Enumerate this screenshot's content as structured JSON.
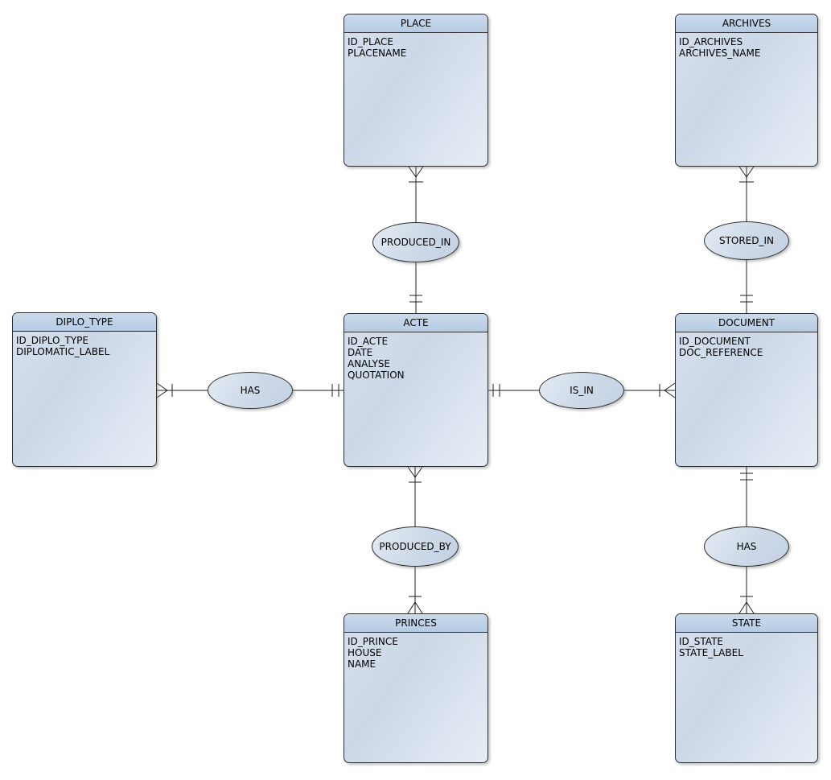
{
  "diagram": {
    "entities": {
      "place": {
        "title": "PLACE",
        "attributes": [
          "ID_PLACE",
          "PLACENAME"
        ]
      },
      "archives": {
        "title": "ARCHIVES",
        "attributes": [
          "ID_ARCHIVES",
          "ARCHIVES_NAME"
        ]
      },
      "diplo_type": {
        "title": "DIPLO_TYPE",
        "attributes": [
          "ID_DIPLO_TYPE",
          "DIPLOMATIC_LABEL"
        ]
      },
      "acte": {
        "title": "ACTE",
        "attributes": [
          "ID_ACTE",
          "DATE",
          "ANALYSE",
          "QUOTATION"
        ]
      },
      "document": {
        "title": "DOCUMENT",
        "attributes": [
          "ID_DOCUMENT",
          "DOC_REFERENCE"
        ]
      },
      "princes": {
        "title": "PRINCES",
        "attributes": [
          "ID_PRINCE",
          "HOUSE",
          "NAME"
        ]
      },
      "state": {
        "title": "STATE",
        "attributes": [
          "ID_STATE",
          "STATE_LABEL"
        ]
      }
    },
    "relationships": {
      "produced_in": {
        "label": "PRODUCED_IN",
        "between": [
          "PLACE",
          "ACTE"
        ]
      },
      "stored_in": {
        "label": "STORED_IN",
        "between": [
          "ARCHIVES",
          "DOCUMENT"
        ]
      },
      "has_diplo": {
        "label": "HAS",
        "between": [
          "DIPLO_TYPE",
          "ACTE"
        ]
      },
      "is_in": {
        "label": "IS_IN",
        "between": [
          "ACTE",
          "DOCUMENT"
        ]
      },
      "produced_by": {
        "label": "PRODUCED_BY",
        "between": [
          "ACTE",
          "PRINCES"
        ]
      },
      "has_state": {
        "label": "HAS",
        "between": [
          "DOCUMENT",
          "STATE"
        ]
      }
    },
    "colors": {
      "entity_header": "#b9cde5",
      "entity_body_light": "#e7edf6",
      "entity_body_dark": "#ccd8e7",
      "border": "#2e2e2e",
      "line": "#1f1f1f",
      "background": "#ffffff"
    }
  }
}
